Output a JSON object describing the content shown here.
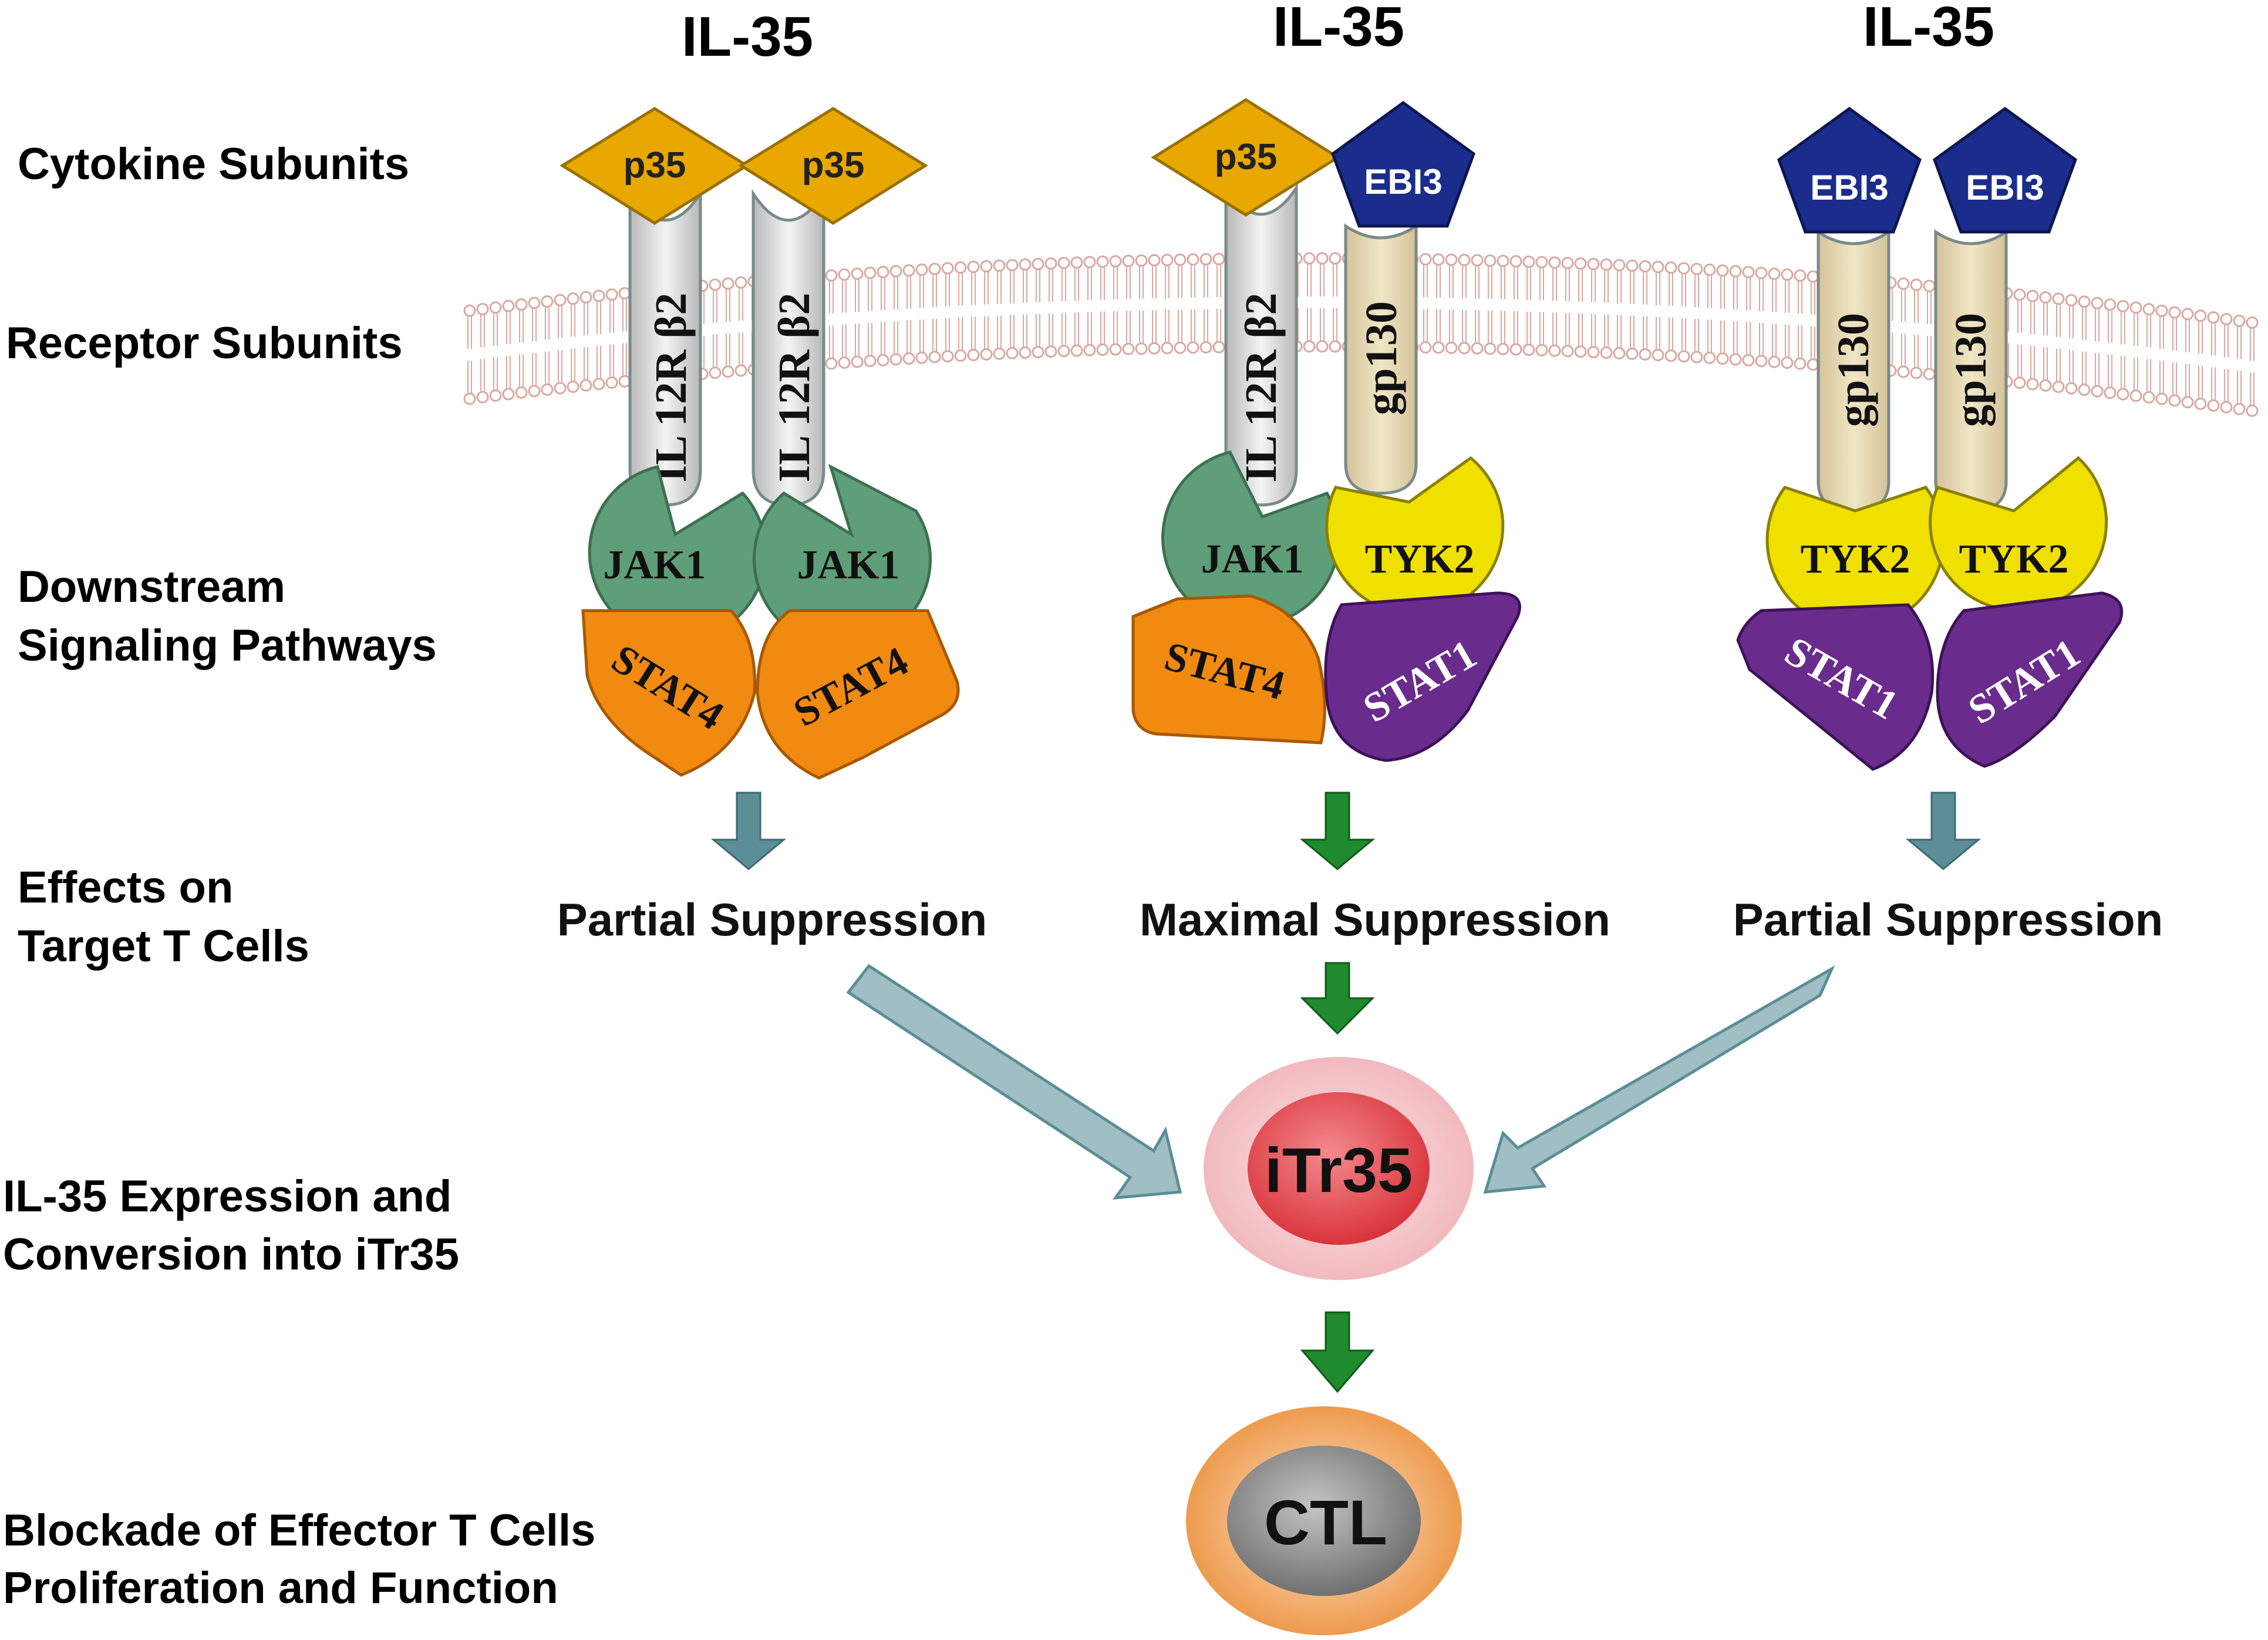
{
  "row_labels": {
    "cytokine_subunits": "Cytokine Subunits",
    "receptor_subunits": "Receptor Subunits",
    "downstream_line1": "Downstream",
    "downstream_line2": "Signaling Pathways",
    "effects_line1": "Effects on",
    "effects_line2": "Target T Cells",
    "expression_line1": "IL-35 Expression and",
    "expression_line2": "Conversion into iTr35",
    "blockade_line1": "Blockade of Effector T Cells",
    "blockade_line2": "Proliferation and Function"
  },
  "complexes": [
    {
      "title": "IL-35",
      "cytokines": [
        "p35",
        "p35"
      ],
      "receptors": [
        "IL 12R β2",
        "IL 12R β2"
      ],
      "kinases": [
        "JAK1",
        "JAK1"
      ],
      "stats": [
        "STAT4",
        "STAT4"
      ],
      "effect": "Partial Suppression"
    },
    {
      "title": "IL-35",
      "cytokines": [
        "p35",
        "EBI3"
      ],
      "receptors": [
        "IL 12R β2",
        "gp130"
      ],
      "kinases": [
        "JAK1",
        "TYK2"
      ],
      "stats": [
        "STAT4",
        "STAT1"
      ],
      "effect": "Maximal Suppression"
    },
    {
      "title": "IL-35",
      "cytokines": [
        "EBI3",
        "EBI3"
      ],
      "receptors": [
        "gp130",
        "gp130"
      ],
      "kinases": [
        "TYK2",
        "TYK2"
      ],
      "stats": [
        "STAT1",
        "STAT1"
      ],
      "effect": "Partial Suppression"
    }
  ],
  "cells": {
    "itr35": "iTr35",
    "ctl": "CTL"
  },
  "colors": {
    "p35": "#E8A800",
    "ebi3": "#1A2D8C",
    "il12r": "#D8D8D8",
    "gp130": "#E8DBB3",
    "jak1": "#5E9E78",
    "tyk2": "#F0E000",
    "stat4": "#F08A10",
    "stat1": "#6A2C8C",
    "arrow_teal": "#5B8E96",
    "arrow_green": "#1F8A2E",
    "membrane": "#D9A8A0",
    "itr35_outer": "#F4C4C8",
    "itr35_inner": "#E8464C",
    "ctl_outer": "#F0A050",
    "ctl_inner": "#8C8C8C"
  }
}
